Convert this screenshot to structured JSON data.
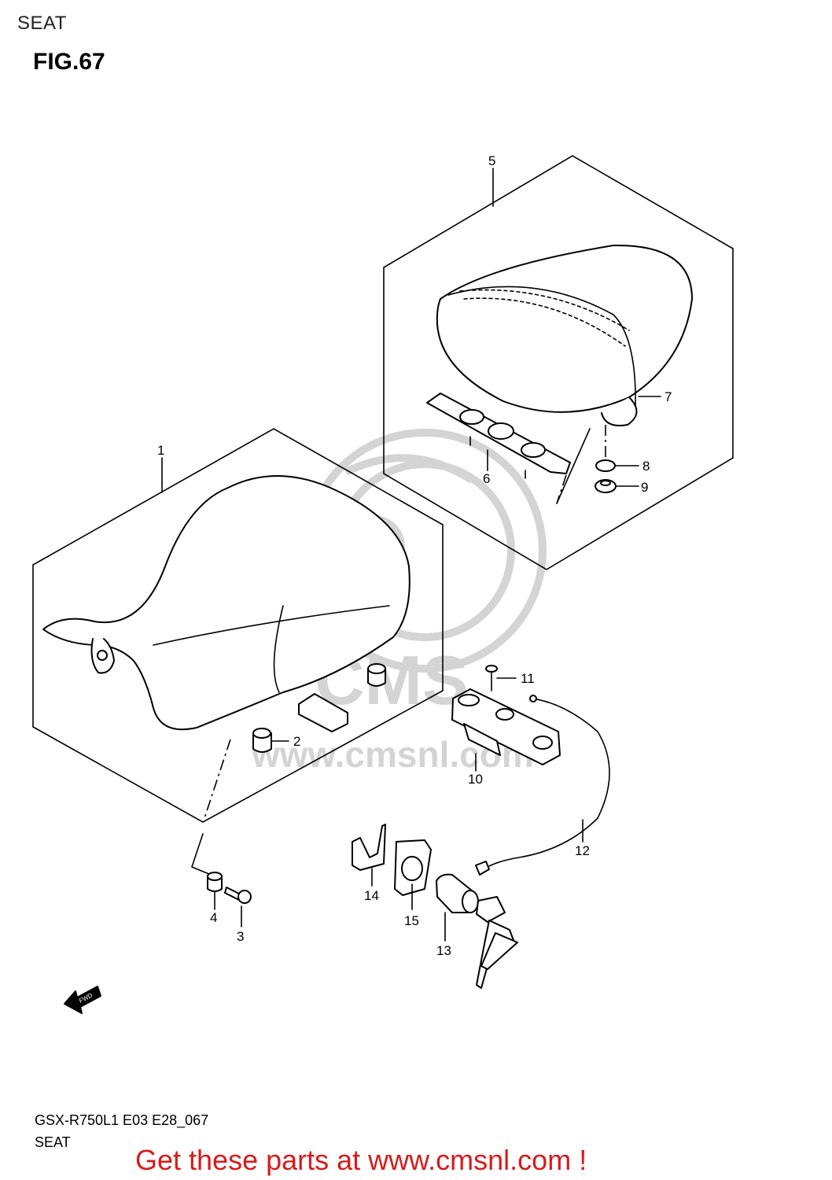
{
  "header": {
    "section": "SEAT",
    "figure": "FIG.67"
  },
  "callouts": [
    {
      "id": "1",
      "label": "1"
    },
    {
      "id": "2",
      "label": "2"
    },
    {
      "id": "3",
      "label": "3"
    },
    {
      "id": "4",
      "label": "4"
    },
    {
      "id": "5",
      "label": "5"
    },
    {
      "id": "6",
      "label": "6"
    },
    {
      "id": "7",
      "label": "7"
    },
    {
      "id": "8",
      "label": "8"
    },
    {
      "id": "9",
      "label": "9"
    },
    {
      "id": "10",
      "label": "10"
    },
    {
      "id": "11",
      "label": "11"
    },
    {
      "id": "12",
      "label": "12"
    },
    {
      "id": "13",
      "label": "13"
    },
    {
      "id": "14",
      "label": "14"
    },
    {
      "id": "15",
      "label": "15"
    }
  ],
  "watermark": {
    "text": "CMS",
    "url_text": "www.cmsnl.com"
  },
  "fwd_arrow": {
    "label": "FWD",
    "icon": "forward-arrow-icon"
  },
  "footer": {
    "model_code": "GSX-R750L1 E03 E28_067",
    "section_name": "SEAT",
    "cta": "Get these parts at www.cmsnl.com !"
  },
  "colors": {
    "cta": "#d81b1b",
    "watermark": "#d4d4d4",
    "line": "#000000"
  }
}
